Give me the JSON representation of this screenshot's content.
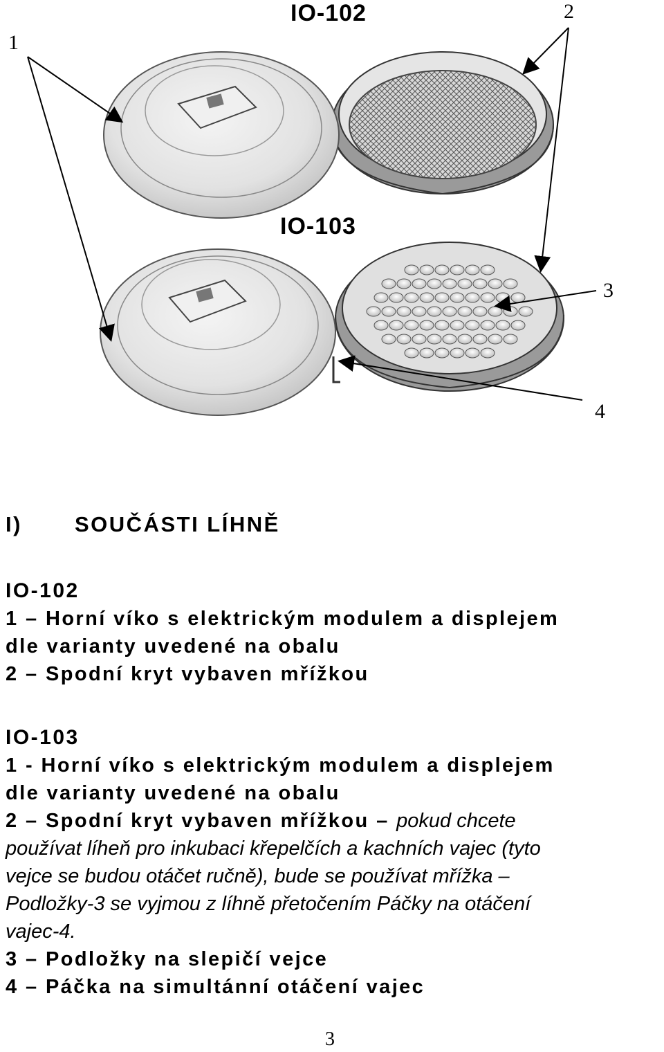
{
  "figure": {
    "label_top": "IO-102",
    "label_mid": "IO-103",
    "callouts": [
      "1",
      "2",
      "3",
      "4"
    ]
  },
  "section": {
    "number": "I)",
    "title": "SOUČÁSTI LÍHNĚ"
  },
  "io102": {
    "model": "IO-102",
    "item1_a": "1 – Horní víko s elektrickým modulem a displejem",
    "item1_b": "dle varianty uvedené na obalu",
    "item2": "2 – Spodní kryt vybaven mřížkou"
  },
  "io103": {
    "model": "IO-103",
    "item1_a": "1 - Horní víko s elektrickým modulem a displejem",
    "item1_b": "dle varianty uvedené na obalu",
    "item2_bold": "2 – Spodní kryt vybaven mřížkou –",
    "item2_italic_1": "pokud chcete",
    "item2_italic_2": "používat líheň pro inkubaci křepelčích a kachních vajec (tyto",
    "item2_italic_3": "vejce se budou otáčet ručně), bude se používat mřížka –",
    "item2_italic_4": "Podložky-3 se vyjmou z líhně přetočením Páčky na otáčení",
    "item2_italic_5": "vajec-4.",
    "item3": "3 – Podložky na slepičí vejce",
    "item4": "4 – Páčka na simultánní otáčení vajec"
  },
  "page_number": "3"
}
